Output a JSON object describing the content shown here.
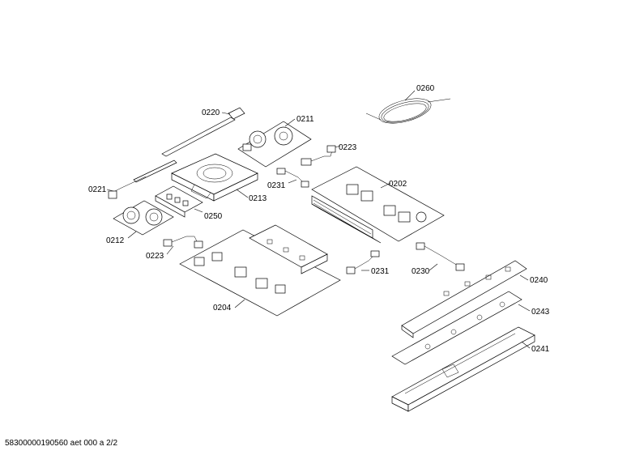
{
  "labels": {
    "p0260": "0260",
    "p0220": "0220",
    "p0211": "0211",
    "p0223a": "0223",
    "p0202": "0202",
    "p0231a": "0231",
    "p0213": "0213",
    "p0221": "0221",
    "p0250": "0250",
    "p0212": "0212",
    "p0223b": "0223",
    "p0231b": "0231",
    "p0230": "0230",
    "p0240": "0240",
    "p0204": "0204",
    "p0243": "0243",
    "p0241": "0241"
  },
  "footer": "58300000190560 aet 000 a 2/2"
}
